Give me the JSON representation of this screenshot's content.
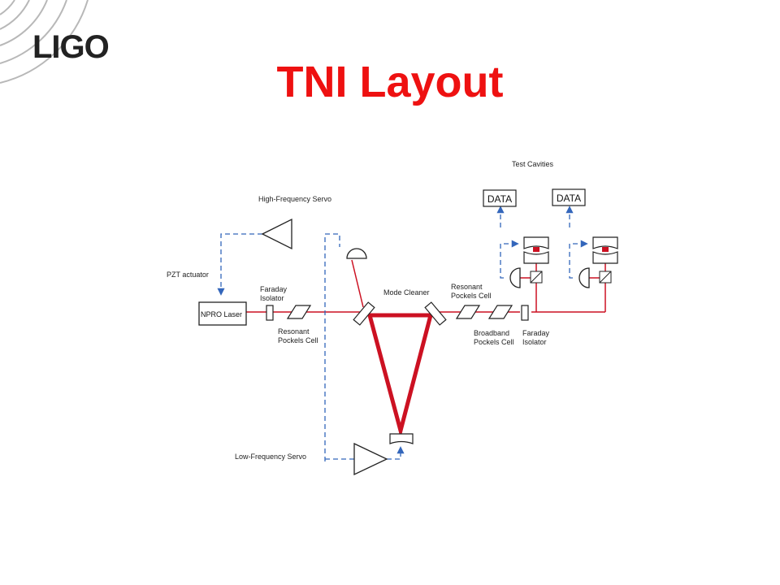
{
  "slide": {
    "logo": "LIGO",
    "title": "TNI Layout"
  },
  "diagram": {
    "labels": {
      "test_cavities": "Test Cavities",
      "high_frequency_servo": "High-Frequency Servo",
      "pzt_actuator": "PZT actuator",
      "faraday_isolator_left_1": "Faraday",
      "faraday_isolator_left_2": "Isolator",
      "npro_laser": "NPRO Laser",
      "resonant_pockels_left_1": "Resonant",
      "resonant_pockels_left_2": "Pockels Cell",
      "mode_cleaner": "Mode Cleaner",
      "resonant_pockels_right_1": "Resonant",
      "resonant_pockels_right_2": "Pockels Cell",
      "broadband_pockels_1": "Broadband",
      "broadband_pockels_2": "Pockels Cell",
      "faraday_isolator_right_1": "Faraday",
      "faraday_isolator_right_2": "Isolator",
      "low_frequency_servo": "Low-Frequency Servo",
      "data_1": "DATA",
      "data_2": "DATA"
    },
    "colors": {
      "beam": "#cc1122",
      "servo": "#3366bb",
      "title": "#ee1111"
    }
  }
}
